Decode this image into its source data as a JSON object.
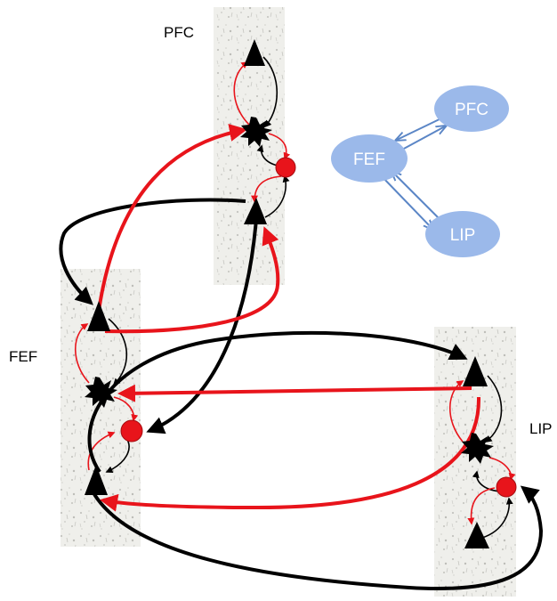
{
  "areas": {
    "pfc": {
      "label": "PFC"
    },
    "fef": {
      "label": "FEF"
    },
    "lip": {
      "label": "LIP"
    }
  },
  "inset": {
    "nodes": {
      "pfc": "PFC",
      "fef": "FEF",
      "lip": "LIP"
    },
    "color": "#9bb9ea",
    "edge_color": "#5b86c6"
  },
  "colors": {
    "excitatory": "#000000",
    "inhibitory": "#e8141b",
    "column": "#ededea"
  }
}
